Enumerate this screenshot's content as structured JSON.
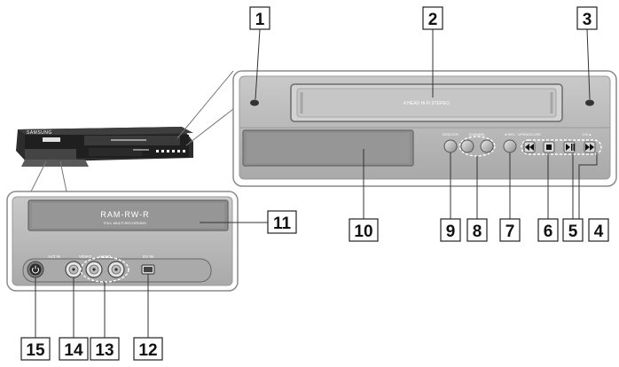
{
  "callouts": [
    "1",
    "2",
    "3",
    "4",
    "5",
    "6",
    "7",
    "8",
    "9",
    "10",
    "11",
    "12",
    "13",
    "14",
    "15"
  ],
  "labels": {
    "stereo": "4 HEAD Hi-Fi STEREO",
    "dvd_vcr": "DVD/VCR",
    "channel": "CHANNEL",
    "rec": "● REC",
    "open_close": "OPEN/CLOSE",
    "ch_up": "CH/▲",
    "ram_rw_r": "RAM-RW-R",
    "multi_recording": "FULL MULTI RECORDING",
    "av_in": "AV3 IN",
    "video": "VIDEO",
    "audio": "AUDIO",
    "dv_in": "DV IN"
  },
  "colors": {
    "panel_fill": "#bdbdbd",
    "panel_dark": "#8a8a8a",
    "slot_dark": "#6a6a6a",
    "line": "#555555",
    "callout_stroke": "#222222",
    "dashed": "#ffffff"
  },
  "icons": {
    "power": "power-icon",
    "fast_rewind": "fast-rewind-icon",
    "stop": "stop-icon",
    "play_pause": "play-pause-icon",
    "fast_forward": "fast-forward-icon"
  }
}
